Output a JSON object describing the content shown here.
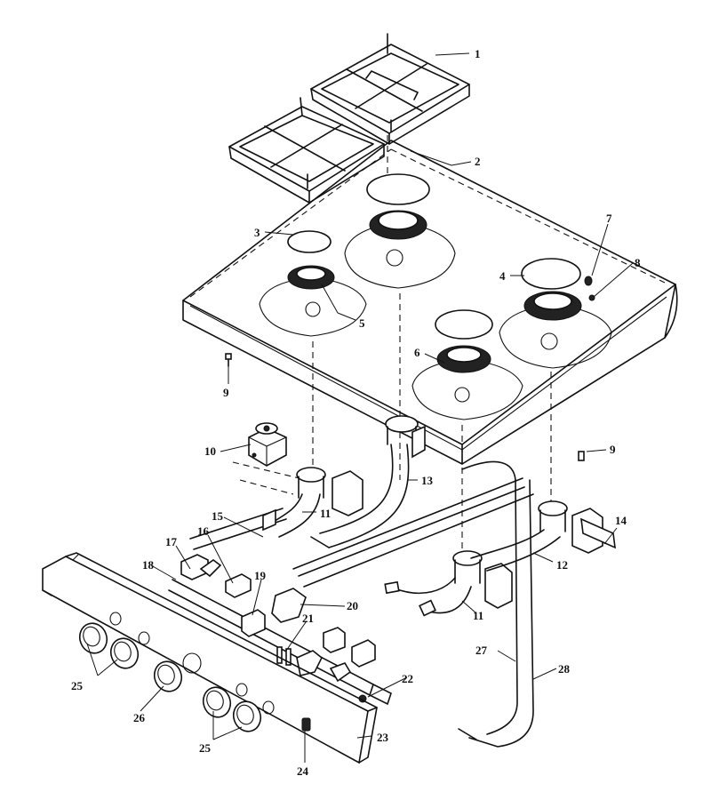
{
  "header_fragment": "",
  "callouts": [
    {
      "id": "c1",
      "text": "1"
    },
    {
      "id": "c2",
      "text": "2"
    },
    {
      "id": "c3",
      "text": "3"
    },
    {
      "id": "c4",
      "text": "4"
    },
    {
      "id": "c5",
      "text": "5"
    },
    {
      "id": "c6",
      "text": "6"
    },
    {
      "id": "c7",
      "text": "7"
    },
    {
      "id": "c8",
      "text": "8"
    },
    {
      "id": "c9a",
      "text": "9"
    },
    {
      "id": "c9b",
      "text": "9"
    },
    {
      "id": "c10",
      "text": "10"
    },
    {
      "id": "c11a",
      "text": "11"
    },
    {
      "id": "c11b",
      "text": "11"
    },
    {
      "id": "c12",
      "text": "12"
    },
    {
      "id": "c13",
      "text": "13"
    },
    {
      "id": "c14",
      "text": "14"
    },
    {
      "id": "c15",
      "text": "15"
    },
    {
      "id": "c16",
      "text": "16"
    },
    {
      "id": "c17",
      "text": "17"
    },
    {
      "id": "c18",
      "text": "18"
    },
    {
      "id": "c19",
      "text": "19"
    },
    {
      "id": "c20",
      "text": "20"
    },
    {
      "id": "c21",
      "text": "21"
    },
    {
      "id": "c22",
      "text": "22"
    },
    {
      "id": "c23",
      "text": "23"
    },
    {
      "id": "c24",
      "text": "24"
    },
    {
      "id": "c25a",
      "text": "25"
    },
    {
      "id": "c25b",
      "text": "25"
    },
    {
      "id": "c26",
      "text": "26"
    },
    {
      "id": "c27",
      "text": "27"
    },
    {
      "id": "c28",
      "text": "28"
    }
  ]
}
